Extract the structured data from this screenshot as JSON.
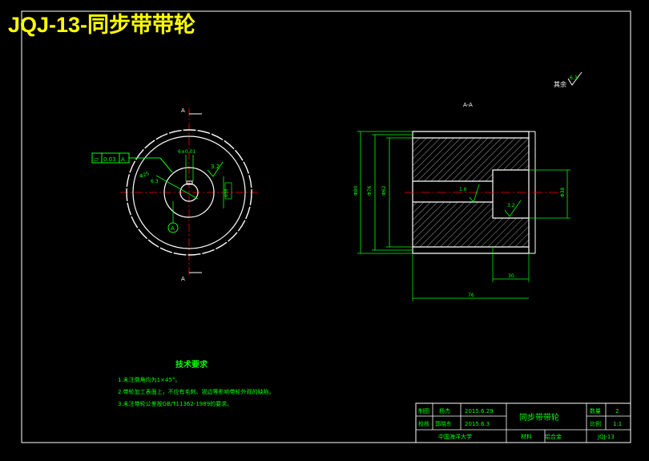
{
  "header": {
    "title": "JQJ-13-同步带带轮"
  },
  "surface_note": {
    "label": "其余",
    "roughness": "6.3"
  },
  "front_view": {
    "section_marker_top": "A",
    "section_marker_bottom": "A",
    "datum": "A",
    "flatness_symbol": "⏥",
    "flatness_value": "0.03",
    "flatness_datum": "A",
    "keyway_label": "6±0.01",
    "roughness_keyway": "3.2",
    "bore_label": "Φ25",
    "roughness_bore": "6.3",
    "hub_label": "Φ38"
  },
  "section_view": {
    "title": "A-A",
    "dim_outer": "Φ80",
    "dim_pitch": "Φ76",
    "dim_inner": "Φ62",
    "dim_counterbore": "Φ38",
    "dim_step": "30",
    "dim_length": "76",
    "roughness_bore": "1.6",
    "roughness_counterbore": "3.2"
  },
  "tech_requirements": {
    "heading": "技术要求",
    "items": [
      "1.未注倒角均为1×45°。",
      "2.带轮加工表面上，不应有毛刺、锐边等影响带轮外观的缺陷。",
      "3.未注带轮公差按GB/T11362-1989的要求。"
    ]
  },
  "title_block": {
    "drawn_label": "制图",
    "drawn_by": "杨杰",
    "drawn_date": "2015.6.29",
    "checked_label": "校核",
    "checked_by": "郭晓东",
    "checked_date": "2015.6.3",
    "part_name": "同步带带轮",
    "qty_label": "数量",
    "qty": "2",
    "scale_label": "比例",
    "scale": "1:1",
    "school": "中国海洋大学",
    "material_label": "材料",
    "material": "铝合金",
    "drawing_no": "JQJ-13"
  },
  "colors": {
    "background": "#000000",
    "outline": "#ffffff",
    "dimension": "#00ff00",
    "hatch": "#c8c8c8",
    "center": "#ff0000",
    "title": "#ffff00"
  }
}
